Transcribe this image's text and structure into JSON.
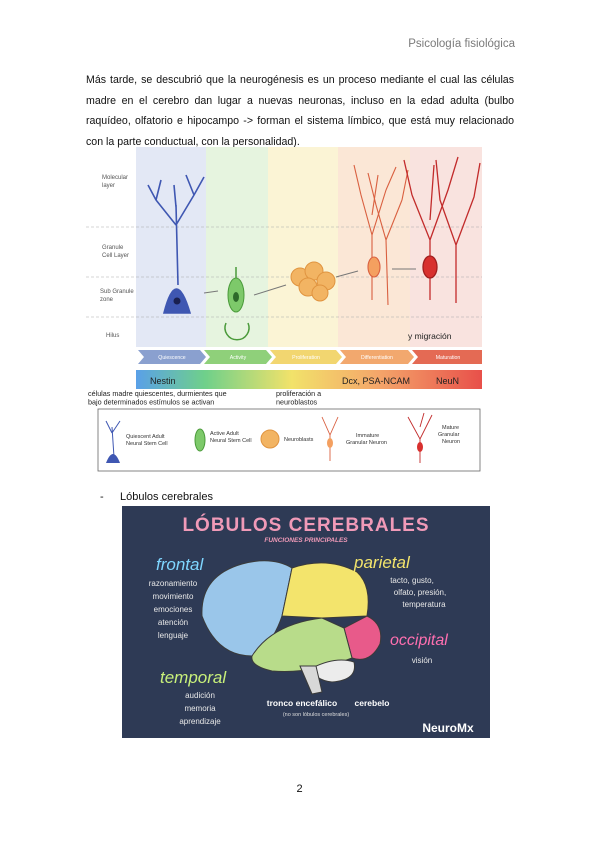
{
  "header": {
    "title": "Psicología fisiológica"
  },
  "paragraph": "Más tarde, se descubrió que la neurogénesis es un proceso mediante el cual las células madre en el cerebro dan lugar a nuevas neuronas, incluso en la edad adulta (bulbo raquídeo, olfatorio e hipocampo -> forman el sistema límbico, que está muy relacionado con la parte conductual, con la personalidad).",
  "figure1": {
    "layers": [
      "Molecular layer",
      "Granule Cell Layer",
      "Sub Granule zone",
      "Hilus"
    ],
    "stages": [
      "Quiescence",
      "Activity",
      "Proliferation",
      "Differentiation",
      "Maturation"
    ],
    "markers": {
      "nestin": "Nestin",
      "dcx": "Dcx, PSA-NCAM",
      "neun": "NeuN"
    },
    "annotations": {
      "migration": "y migración",
      "quiescent": "células madre quiescentes, durmientes que bajo determinados estímulos se activan",
      "proliferation": "proliferación a neuroblastos"
    },
    "legend": [
      "Quiescent Adult Neural Stem Cell",
      "Active Adult Neural Stem Cell",
      "Neuroblasts",
      "Immature Granular Neuron",
      "Mature Granular Neuron"
    ],
    "colors": {
      "blue": "#3f57b2",
      "green": "#7dc96a",
      "orange": "#f2b463",
      "red": "#c22b2b"
    }
  },
  "bullet": {
    "dash": "-",
    "text": "Lóbulos cerebrales"
  },
  "figure2": {
    "title": "LÓBULOS CEREBRALES",
    "subtitle": "FUNCIONES PRINCIPALES",
    "frontal": {
      "name": "frontal",
      "functions": [
        "razonamiento",
        "movimiento",
        "emociones",
        "atención",
        "lenguaje"
      ]
    },
    "parietal": {
      "name": "parietal",
      "functions": [
        "tacto, gusto,",
        "olfato, presión,",
        "temperatura"
      ]
    },
    "occipital": {
      "name": "occipital",
      "functions": [
        "visión"
      ]
    },
    "temporal": {
      "name": "temporal",
      "functions": [
        "audición",
        "memoria",
        "aprendizaje"
      ]
    },
    "brainstem": "tronco encefálico",
    "cerebellum": "cerebelo",
    "note": "(no son lóbulos cerebrales)",
    "brand": "NeuroMx",
    "colors": {
      "bg": "#2e3a55",
      "frontal": "#9ac6ea",
      "parietal": "#f3e46c",
      "occipital": "#e85a8a",
      "temporal": "#b8dc8a",
      "title": "#f09ab8"
    }
  },
  "page_number": "2"
}
